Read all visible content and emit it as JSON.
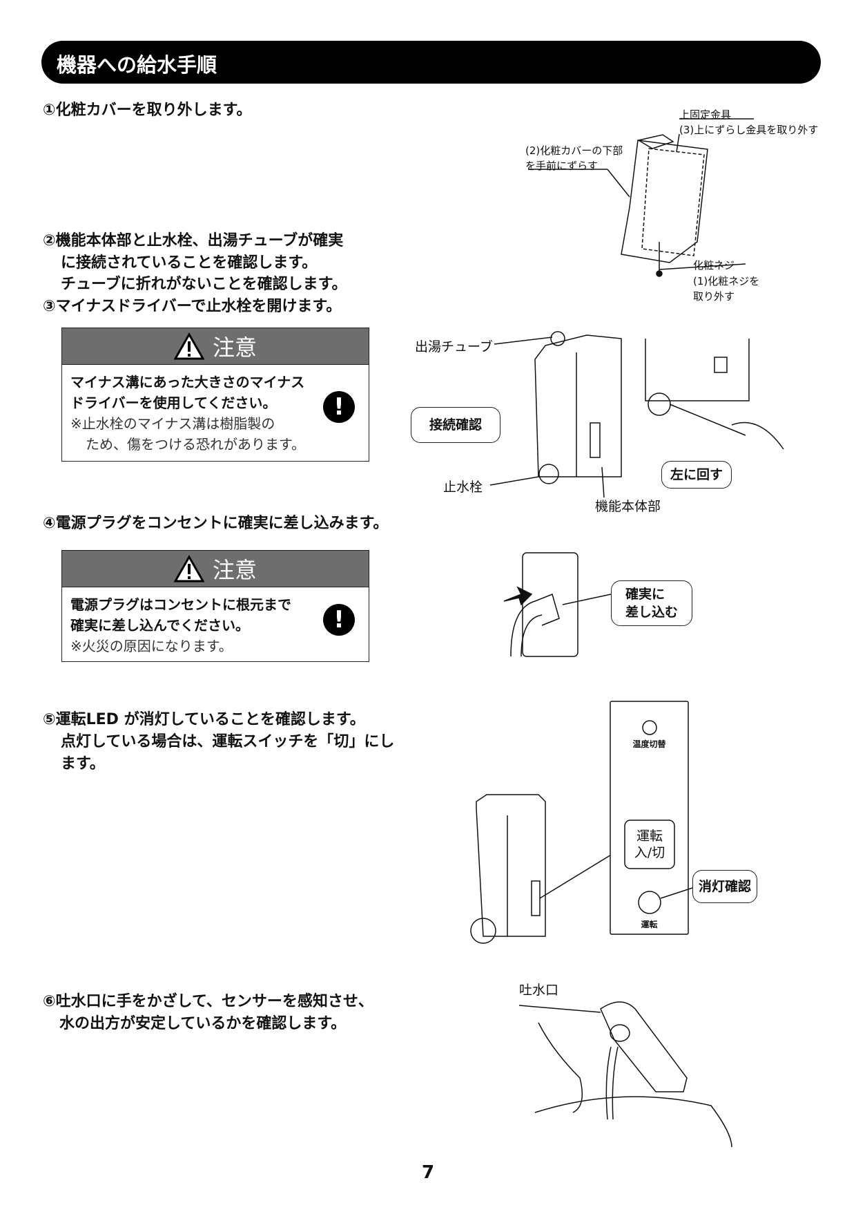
{
  "header": {
    "title": "機器への給水手順"
  },
  "steps": {
    "s1": "①化粧カバーを取り外します。",
    "s2a": "②機能本体部と止水栓、出湯チューブが確実",
    "s2b": "に接続されていることを確認します。",
    "s2c": "チューブに折れがないことを確認します。",
    "s3": "③マイナスドライバーで止水栓を開けます。",
    "s4": "④電源プラグをコンセントに確実に差し込みます。",
    "s5a": "⑤運転LED が消灯していることを確認します。",
    "s5b": "点灯している場合は、運転スイッチを「切」にし",
    "s5c": "ます。",
    "s6a": "⑥吐水口に手をかざして、センサーを感知させ、",
    "s6b": "水の出方が安定しているかを確認します。"
  },
  "caution1": {
    "title": "注意",
    "line1": "マイナス溝にあった大きさのマイナス",
    "line2": "ドライバーを使用してください。",
    "note1": "※止水栓のマイナス溝は樹脂製の",
    "note2": "ため、傷をつける恐れがあります。"
  },
  "caution2": {
    "title": "注意",
    "line1": "電源プラグはコンセントに根元まで",
    "line2": "確実に差し込んでください。",
    "note1": "※火災の原因になります。"
  },
  "fig1": {
    "l1": "上固定金具",
    "l2": "(3)上にずらし金具を取り外す",
    "l3": "(2)化粧カバーの下部",
    "l4": "を手前にずらす",
    "l5": "化粧ネジ",
    "l6": "(1)化粧ネジを",
    "l7": "取り外す"
  },
  "fig2": {
    "tube": "出湯チューブ",
    "check": "接続確認",
    "valve": "止水栓",
    "body": "機能本体部",
    "turn": "左に回す"
  },
  "fig3": {
    "b1": "確実に",
    "b2": "差し込む"
  },
  "fig4": {
    "temp": "温度切替",
    "btn1": "運転",
    "btn2": "入/切",
    "led": "運転",
    "check": "消灯確認"
  },
  "fig5": {
    "spout": "吐水口"
  },
  "page_number": "7"
}
